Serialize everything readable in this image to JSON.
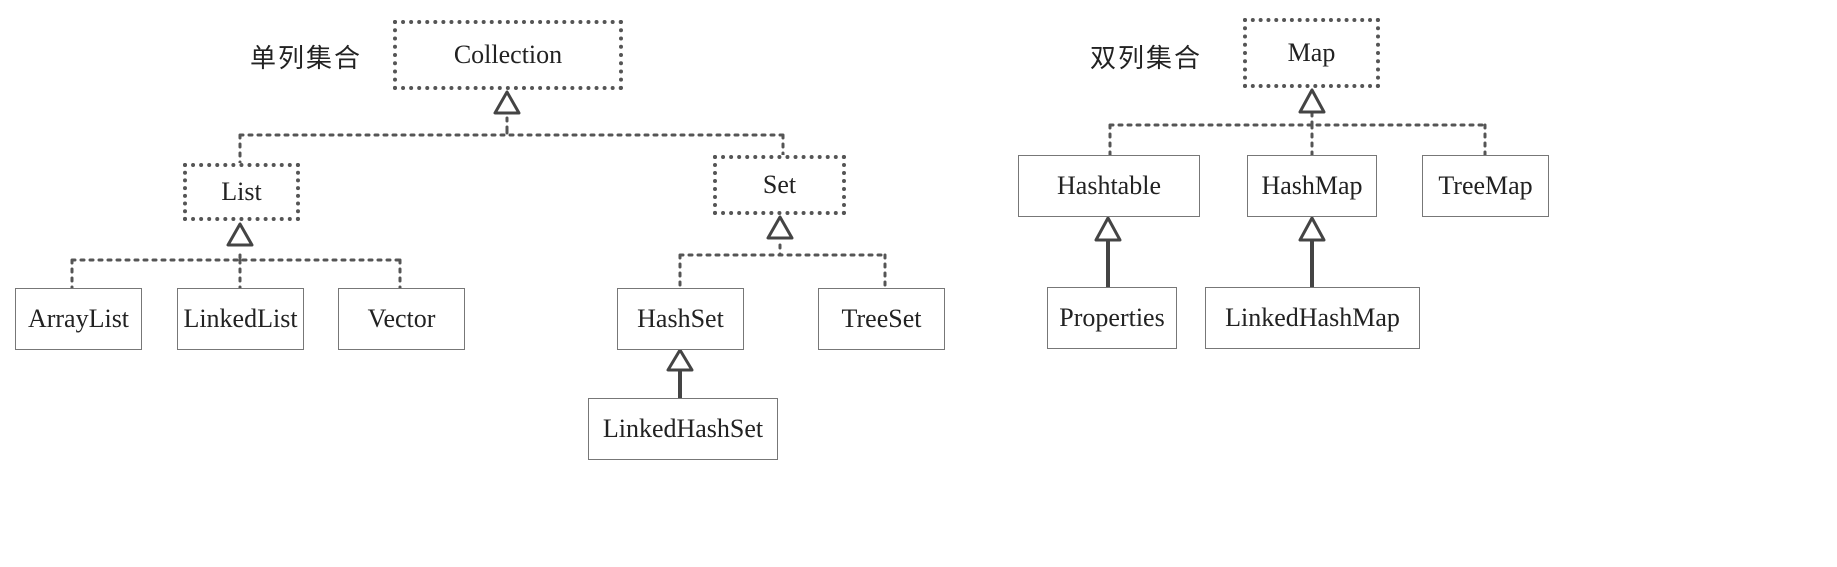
{
  "titles": {
    "single": "单列集合",
    "double": "双列集合"
  },
  "nodes": {
    "collection": "Collection",
    "list": "List",
    "set": "Set",
    "arraylist": "ArrayList",
    "linkedlist": "LinkedList",
    "vector": "Vector",
    "hashset": "HashSet",
    "treeset": "TreeSet",
    "linkedhashset": "LinkedHashSet",
    "map": "Map",
    "hashtable": "Hashtable",
    "hashmap": "HashMap",
    "treemap": "TreeMap",
    "properties": "Properties",
    "linkedhashmap": "LinkedHashMap"
  },
  "colors": {
    "line": "#555555",
    "text": "#222222"
  }
}
